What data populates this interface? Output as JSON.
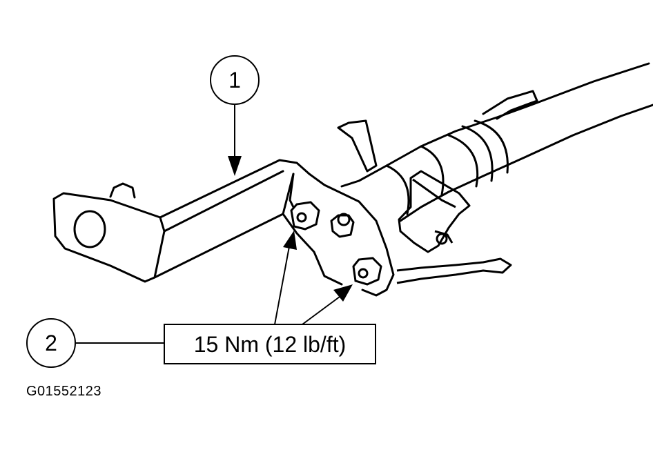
{
  "callouts": [
    {
      "number": "1"
    },
    {
      "number": "2"
    }
  ],
  "torque_spec": "15 Nm (12 lb/ft)",
  "figure_code": "G01552123"
}
